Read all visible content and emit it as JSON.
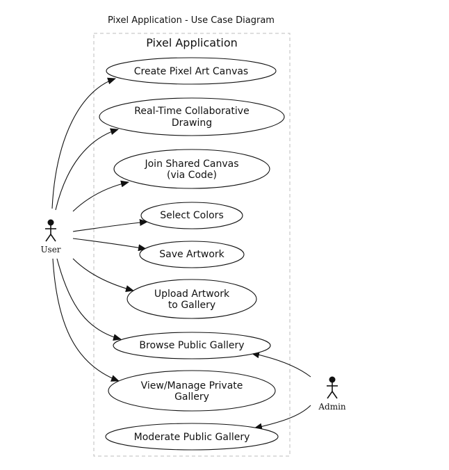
{
  "diagram": {
    "title": "Pixel Application - Use Case Diagram",
    "system_name": "Pixel Application"
  },
  "actors": {
    "user": "User",
    "admin": "Admin"
  },
  "use_cases": {
    "create_canvas": [
      "Create Pixel Art Canvas"
    ],
    "realtime": [
      "Real-Time Collaborative",
      "Drawing"
    ],
    "join_shared": [
      "Join Shared Canvas",
      "(via Code)"
    ],
    "select_colors": [
      "Select Colors"
    ],
    "save_artwork": [
      "Save Artwork"
    ],
    "upload_artwork": [
      "Upload Artwork",
      "to Gallery"
    ],
    "browse_public": [
      "Browse Public Gallery"
    ],
    "manage_private": [
      "View/Manage Private",
      "Gallery"
    ],
    "moderate_public": [
      "Moderate Public Gallery"
    ]
  }
}
